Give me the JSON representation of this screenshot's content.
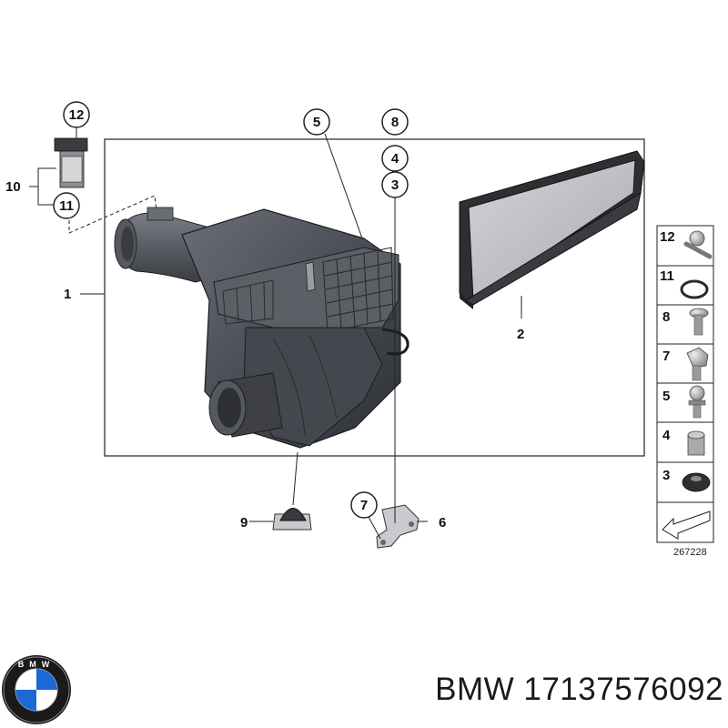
{
  "diagram": {
    "callouts": {
      "c1": "1",
      "c2": "2",
      "c3": "3",
      "c4": "4",
      "c5": "5",
      "c6": "6",
      "c7": "7",
      "c8": "8",
      "c9": "9",
      "c10": "10",
      "c11": "11",
      "c12": "12"
    },
    "legend": [
      "12",
      "11",
      "8",
      "7",
      "5",
      "4",
      "3"
    ],
    "image_code": "267228"
  },
  "footer": {
    "brand": "BMW",
    "part_number": "17137576092",
    "logo_letters": "BMW"
  },
  "colors": {
    "housing": "#4a4d55",
    "filter": "#bfc1c4",
    "logo_blue": "#1c69d4"
  }
}
